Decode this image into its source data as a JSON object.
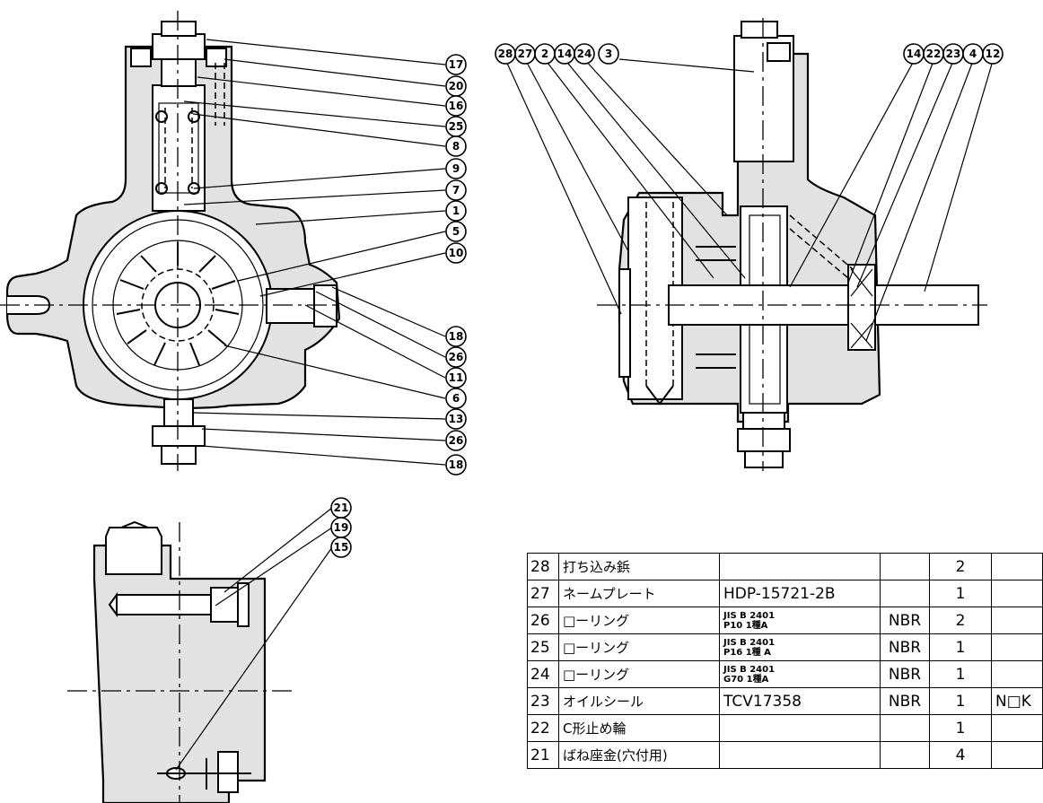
{
  "balloons": {
    "front": [
      "17",
      "20",
      "16",
      "25",
      "8",
      "9",
      "7",
      "1",
      "5",
      "10",
      "18",
      "26",
      "11",
      "6",
      "13",
      "26",
      "18"
    ],
    "side_left": [
      "28",
      "27",
      "2",
      "14",
      "24",
      "3"
    ],
    "side_right": [
      "14",
      "22",
      "23",
      "4",
      "12"
    ],
    "bottom": [
      "21",
      "19",
      "15"
    ]
  },
  "parts_table": {
    "rows": [
      {
        "no": "28",
        "name": "打ち込み鋲",
        "spec": "",
        "std_line1": "",
        "std_line2": "",
        "material": "",
        "qty": "2",
        "maker": ""
      },
      {
        "no": "27",
        "name": "ネームプレート",
        "spec": "HDP-15721-2B",
        "std_line1": "",
        "std_line2": "",
        "material": "",
        "qty": "1",
        "maker": ""
      },
      {
        "no": "26",
        "name": "□ーリング",
        "spec": "",
        "std_line1": "JIS B 2401",
        "std_line2": "P10 1種A",
        "material": "NBR",
        "qty": "2",
        "maker": ""
      },
      {
        "no": "25",
        "name": "□ーリング",
        "spec": "",
        "std_line1": "JIS B 2401",
        "std_line2": "P16 1種 A",
        "material": "NBR",
        "qty": "1",
        "maker": ""
      },
      {
        "no": "24",
        "name": "□ーリング",
        "spec": "",
        "std_line1": "JIS B 2401",
        "std_line2": "G70 1種A",
        "material": "NBR",
        "qty": "1",
        "maker": ""
      },
      {
        "no": "23",
        "name": "オイルシール",
        "spec": "TCV17358",
        "std_line1": "",
        "std_line2": "",
        "material": "NBR",
        "qty": "1",
        "maker": "N□K"
      },
      {
        "no": "22",
        "name": "C形止め輪",
        "spec": "",
        "std_line1": "",
        "std_line2": "",
        "material": "",
        "qty": "1",
        "maker": ""
      },
      {
        "no": "21",
        "name": "ばね座金(穴付用)",
        "spec": "",
        "std_line1": "",
        "std_line2": "",
        "material": "",
        "qty": "4",
        "maker": ""
      }
    ]
  }
}
